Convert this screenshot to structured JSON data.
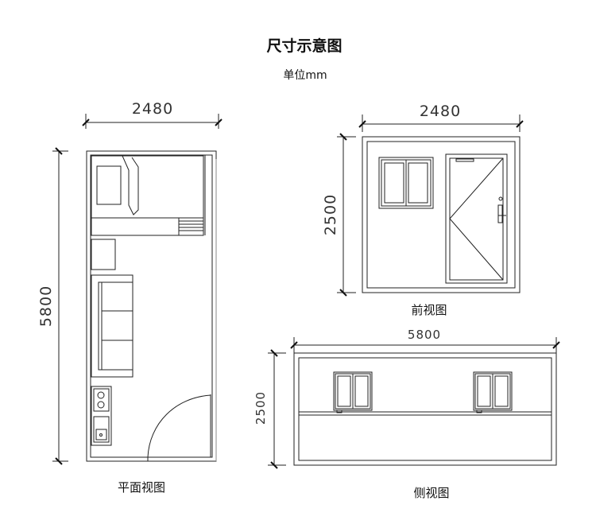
{
  "header": {
    "title": "尺寸示意图",
    "unit": "单位mm"
  },
  "plan_view": {
    "caption": "平面视图",
    "width_label": "2480",
    "length_label": "5800"
  },
  "front_view": {
    "caption": "前视图",
    "width_label": "2480",
    "height_label": "2500"
  },
  "side_view": {
    "caption": "侧视图",
    "length_label": "5800",
    "height_label": "2500"
  }
}
